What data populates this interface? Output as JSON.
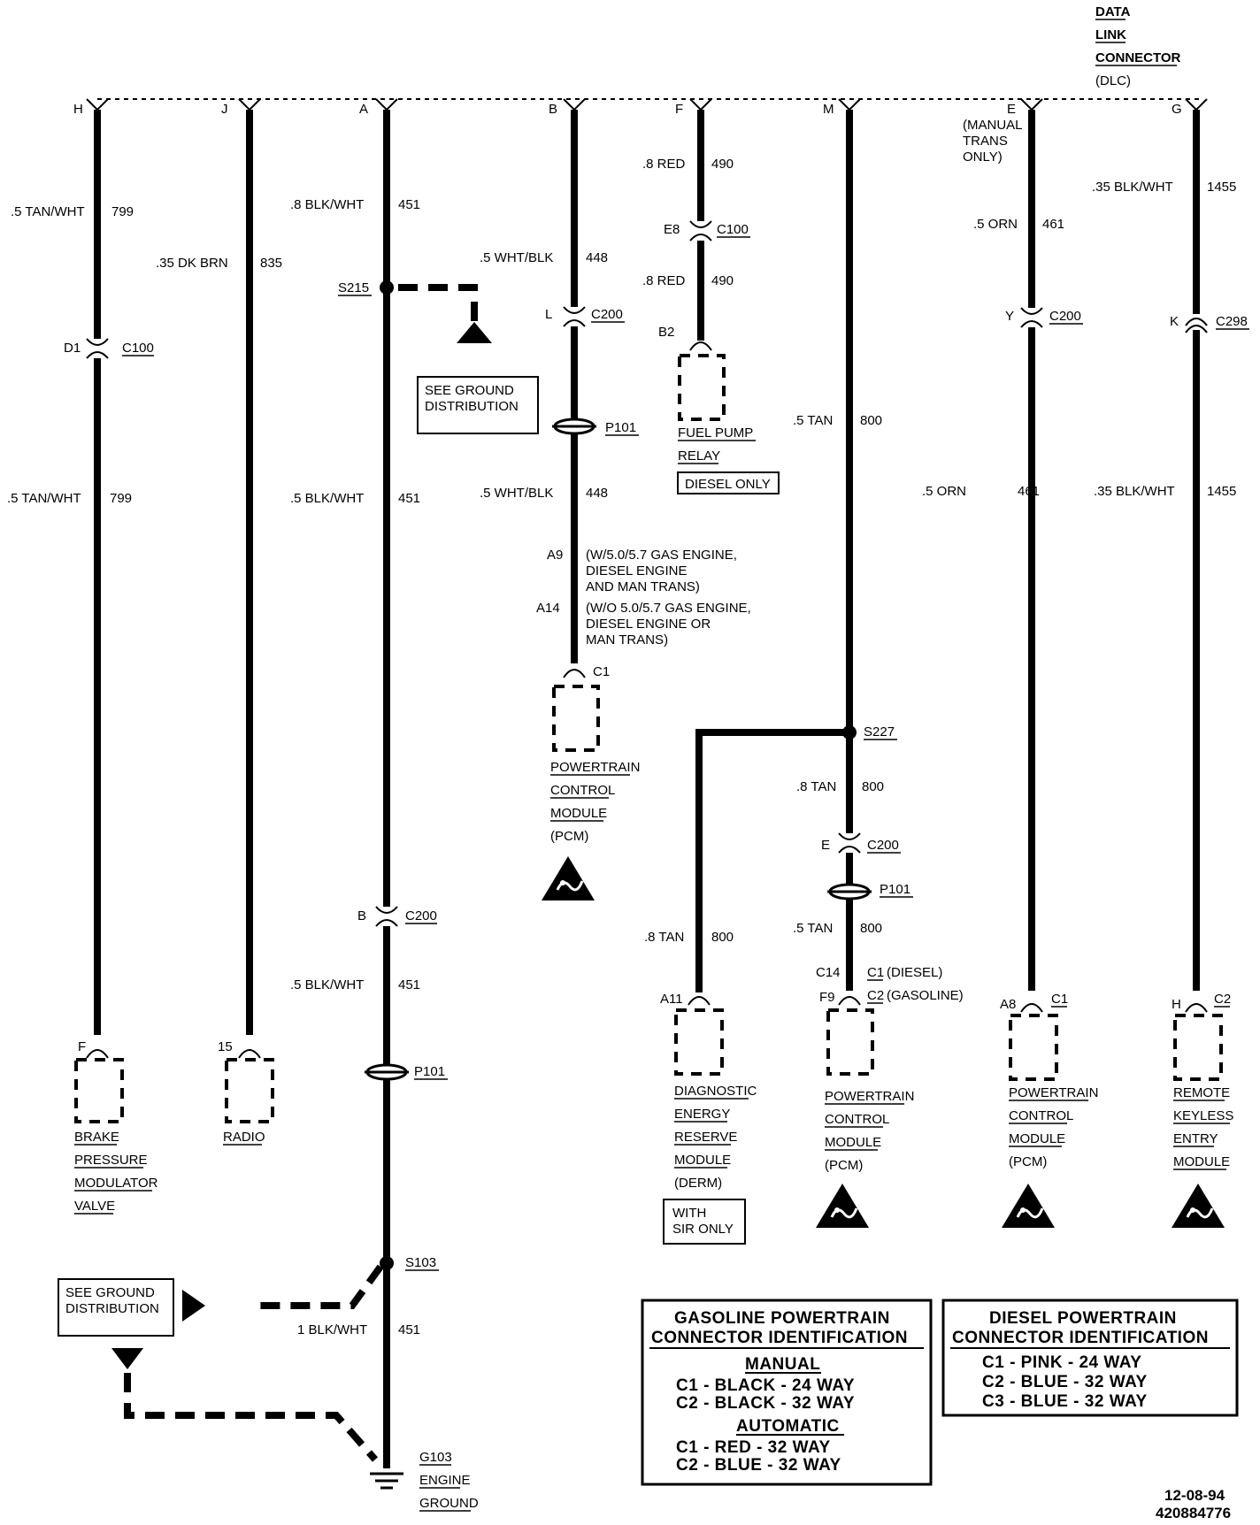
{
  "dlc": {
    "line1": "DATA",
    "line2": "LINK",
    "line3": "CONNECTOR",
    "line4": "(DLC)"
  },
  "pins": {
    "H": "H",
    "J": "J",
    "A": "A",
    "B": "B",
    "F": "F",
    "M": "M",
    "E": "E",
    "G": "G"
  },
  "pin_e_note": {
    "line1": "(MANUAL",
    "line2": "TRANS",
    "line3": "ONLY)"
  },
  "wire799": {
    "top_gauge": ".5 TAN/WHT",
    "top_num": "799",
    "bot_gauge": ".5 TAN/WHT",
    "bot_num": "799",
    "conn_pin": "D1",
    "conn": "C100",
    "end_pin": "F",
    "dev1": "BRAKE",
    "dev2": "PRESSURE",
    "dev3": "MODULATOR",
    "dev4": "VALVE"
  },
  "wire835": {
    "gauge": ".35 DK BRN",
    "num": "835",
    "end_pin": "15",
    "dev1": "RADIO"
  },
  "wire451": {
    "g1": ".8 BLK/WHT",
    "n1": "451",
    "splice": "S215",
    "see1": "SEE GROUND",
    "see2": "DISTRIBUTION",
    "g2": ".5 BLK/WHT",
    "n2": "451",
    "c200_pin": "B",
    "c200": "C200",
    "g3": ".5 BLK/WHT",
    "n3": "451",
    "p101": "P101",
    "splice2": "S103",
    "g4": "1 BLK/WHT",
    "n4": "451",
    "see3": "SEE GROUND",
    "see4": "DISTRIBUTION",
    "gnd1": "G103",
    "gnd2": "ENGINE",
    "gnd3": "GROUND"
  },
  "wire448": {
    "g1": ".5 WHT/BLK",
    "n1": "448",
    "c_pin": "L",
    "conn": "C200",
    "p101": "P101",
    "g2": ".5 WHT/BLK",
    "n2": "448",
    "a9": "A9",
    "a9_t1": "(W/5.0/5.7 GAS ENGINE,",
    "a9_t2": "DIESEL ENGINE",
    "a9_t3": "AND MAN TRANS)",
    "a14": "A14",
    "a14_t1": "(W/O 5.0/5.7 GAS ENGINE,",
    "a14_t2": "DIESEL ENGINE OR",
    "a14_t3": "MAN TRANS)",
    "c1": "C1",
    "dev1": "POWERTRAIN",
    "dev2": "CONTROL",
    "dev3": "MODULE",
    "dev4": "(PCM)"
  },
  "wire490": {
    "g1": ".8 RED",
    "n1": "490",
    "c_pin": "E8",
    "conn": "C100",
    "g2": ".8 RED",
    "n2": "490",
    "b2": "B2",
    "dev1": "FUEL PUMP",
    "dev2": "RELAY",
    "tag": "DIESEL ONLY"
  },
  "wire800": {
    "g1": ".5 TAN",
    "n1": "800",
    "splice": "S227",
    "g2": ".8 TAN",
    "n2": "800",
    "c_pin": "E",
    "conn": "C200",
    "p101": "P101",
    "g3": ".5 TAN",
    "n3": "800",
    "c14": "C14",
    "f9": "F9",
    "c1d": "C1",
    "c1d_t": "(DIESEL)",
    "c2g": "C2",
    "c2g_t": "(GASOLINE)",
    "dev1": "POWERTRAIN",
    "dev2": "CONTROL",
    "dev3": "MODULE",
    "dev4": "(PCM)",
    "derm_g": ".8 TAN",
    "derm_n": "800",
    "a11": "A11",
    "derm1": "DIAGNOSTIC",
    "derm2": "ENERGY",
    "derm3": "RESERVE",
    "derm4": "MODULE",
    "derm5": "(DERM)",
    "sir1": "WITH",
    "sir2": "SIR ONLY"
  },
  "wire461": {
    "g1": ".5 ORN",
    "n1": "461",
    "c_pin": "Y",
    "conn": "C200",
    "g2": ".5 ORN",
    "n2": "461",
    "a8": "A8",
    "c1": "C1",
    "dev1": "POWERTRAIN",
    "dev2": "CONTROL",
    "dev3": "MODULE",
    "dev4": "(PCM)"
  },
  "wire1455": {
    "g1": ".35 BLK/WHT",
    "n1": "1455",
    "c_pin": "K",
    "conn": "C298",
    "g2": ".35 BLK/WHT",
    "n2": "1455",
    "h": "H",
    "c2": "C2",
    "dev1": "REMOTE",
    "dev2": "KEYLESS",
    "dev3": "ENTRY",
    "dev4": "MODULE"
  },
  "gas_table": {
    "title1": "GASOLINE POWERTRAIN",
    "title2": "CONNECTOR IDENTIFICATION",
    "manual": "MANUAL",
    "m1": "C1 - BLACK - 24 WAY",
    "m2": "C2 - BLACK - 32 WAY",
    "automatic": "AUTOMATIC",
    "a1": "C1 - RED - 32 WAY",
    "a2": "C2 - BLUE - 32 WAY"
  },
  "diesel_table": {
    "title1": "DIESEL POWERTRAIN",
    "title2": "CONNECTOR IDENTIFICATION",
    "r1": "C1 - PINK - 24 WAY",
    "r2": "C2 - BLUE - 32 WAY",
    "r3": "C3 - BLUE - 32 WAY"
  },
  "footer": {
    "date": "12-08-94",
    "code": "420884776"
  }
}
